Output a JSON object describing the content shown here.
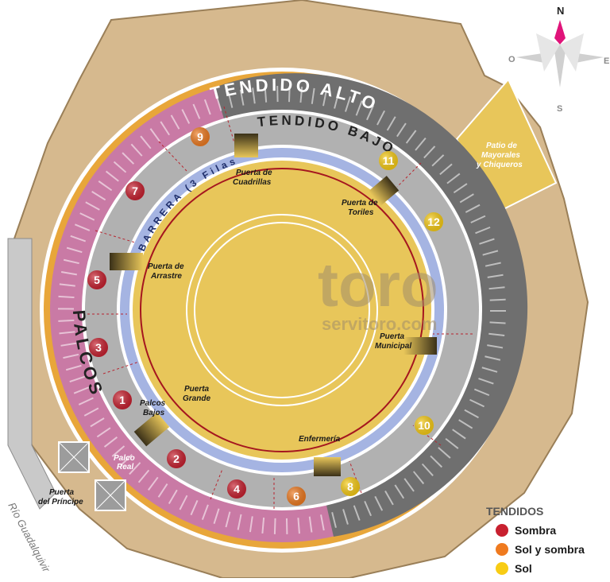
{
  "compass": {
    "north": "N",
    "south": "S",
    "east": "E",
    "west": "O"
  },
  "rings": {
    "tendido_alto": "TENDIDO ALTO",
    "tendido_bajo": "TENDIDO BAJO",
    "palcos": "PALCOS",
    "barrera": "BARRERA (3 Filas)"
  },
  "gates": {
    "cuadrillas": [
      "Puerta de",
      "Cuadrillas"
    ],
    "toriles": [
      "Puerta de",
      "Toriles"
    ],
    "arrastre": [
      "Puerta de",
      "Arrastre"
    ],
    "municipal": [
      "Puerta",
      "Municipal"
    ],
    "grande": [
      "Puerta",
      "Grande"
    ],
    "enfermeria": "Enfermería",
    "palcos_bajos": [
      "Palcos",
      "Bajos"
    ],
    "palco_real": [
      "Palco",
      "Real"
    ],
    "patio": [
      "Patio de",
      "Mayorales",
      "y Chiqueros"
    ],
    "principe": [
      "Puerta",
      "del Príncipe"
    ]
  },
  "river": "Río Guadalquivir",
  "watermark": {
    "brand": "toro",
    "site": "servitoro.com"
  },
  "sections": [
    {
      "number": "1",
      "category": "sombra"
    },
    {
      "number": "2",
      "category": "sombra"
    },
    {
      "number": "3",
      "category": "sombra"
    },
    {
      "number": "4",
      "category": "sombra"
    },
    {
      "number": "5",
      "category": "sombra"
    },
    {
      "number": "6",
      "category": "solysombra"
    },
    {
      "number": "7",
      "category": "sombra"
    },
    {
      "number": "8",
      "category": "sol"
    },
    {
      "number": "9",
      "category": "solysombra"
    },
    {
      "number": "10",
      "category": "sol"
    },
    {
      "number": "11",
      "category": "sol"
    },
    {
      "number": "12",
      "category": "sol"
    }
  ],
  "legend": {
    "title": "TENDIDOS",
    "items": [
      {
        "label": "Sombra",
        "color": "#c8202f"
      },
      {
        "label": "Sol y sombra",
        "color": "#ef7a1f"
      },
      {
        "label": "Sol",
        "color": "#f8cc14"
      }
    ]
  },
  "colors": {
    "sombra": "#c8202f",
    "solysombra": "#ef7a1f",
    "sol": "#f8cc14",
    "arena": "#e8c65a",
    "palcos": "#c97aa5",
    "grada": "#aeaeae",
    "exterior": "#d6b98e",
    "barrera": "#a5b4e2"
  }
}
